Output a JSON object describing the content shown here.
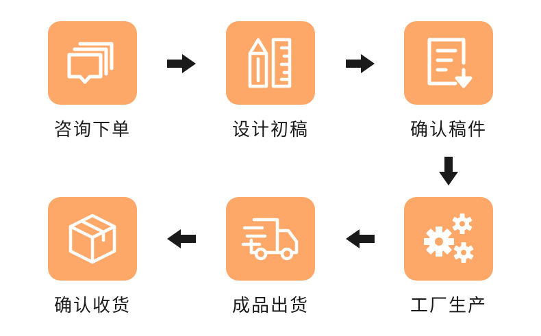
{
  "colors": {
    "tile": "#FDA868",
    "icon": "#FFFFFF",
    "arrow": "#1A1A1A",
    "text": "#1A1A1A"
  },
  "steps": [
    {
      "label": "咨询下单",
      "icon": "chat-bubbles-icon"
    },
    {
      "label": "设计初稿",
      "icon": "pencil-ruler-icon"
    },
    {
      "label": "确认稿件",
      "icon": "document-download-icon"
    },
    {
      "label": "工厂生产",
      "icon": "gears-icon"
    },
    {
      "label": "成品出货",
      "icon": "delivery-truck-icon"
    },
    {
      "label": "确认收货",
      "icon": "package-box-icon"
    }
  ]
}
